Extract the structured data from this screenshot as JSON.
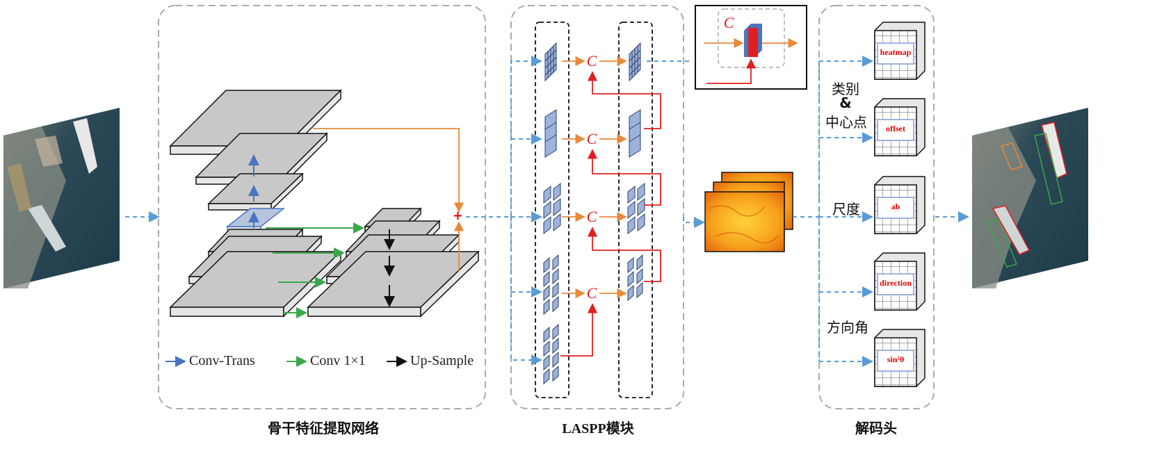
{
  "captions": {
    "backbone": "骨干特征提取网络",
    "laspp": "LASPP模块",
    "decoder": "解码头"
  },
  "legend": {
    "conv_trans": "Conv-Trans",
    "conv_1x1": "Conv 1×1",
    "up_sample": "Up-Sample"
  },
  "concat_symbol": "C",
  "add_symbol": "+",
  "heads": [
    {
      "label": "heatmap"
    },
    {
      "label": "offset"
    },
    {
      "label": "ab"
    },
    {
      "label": "direction"
    },
    {
      "label": "sin²θ"
    }
  ],
  "head_groups": {
    "class_center": [
      "类别",
      "&",
      "中心点"
    ],
    "scale": "尺度",
    "direction": "方向角"
  },
  "colors": {
    "orange": "#e8893a",
    "blue_dashed": "#5b9bd5",
    "red": "#e02020",
    "green": "#3aa84a",
    "conv_trans_blue": "#4a74c0",
    "plate_gray": "#c8c8c8",
    "border_gray": "#aaaaaa"
  }
}
